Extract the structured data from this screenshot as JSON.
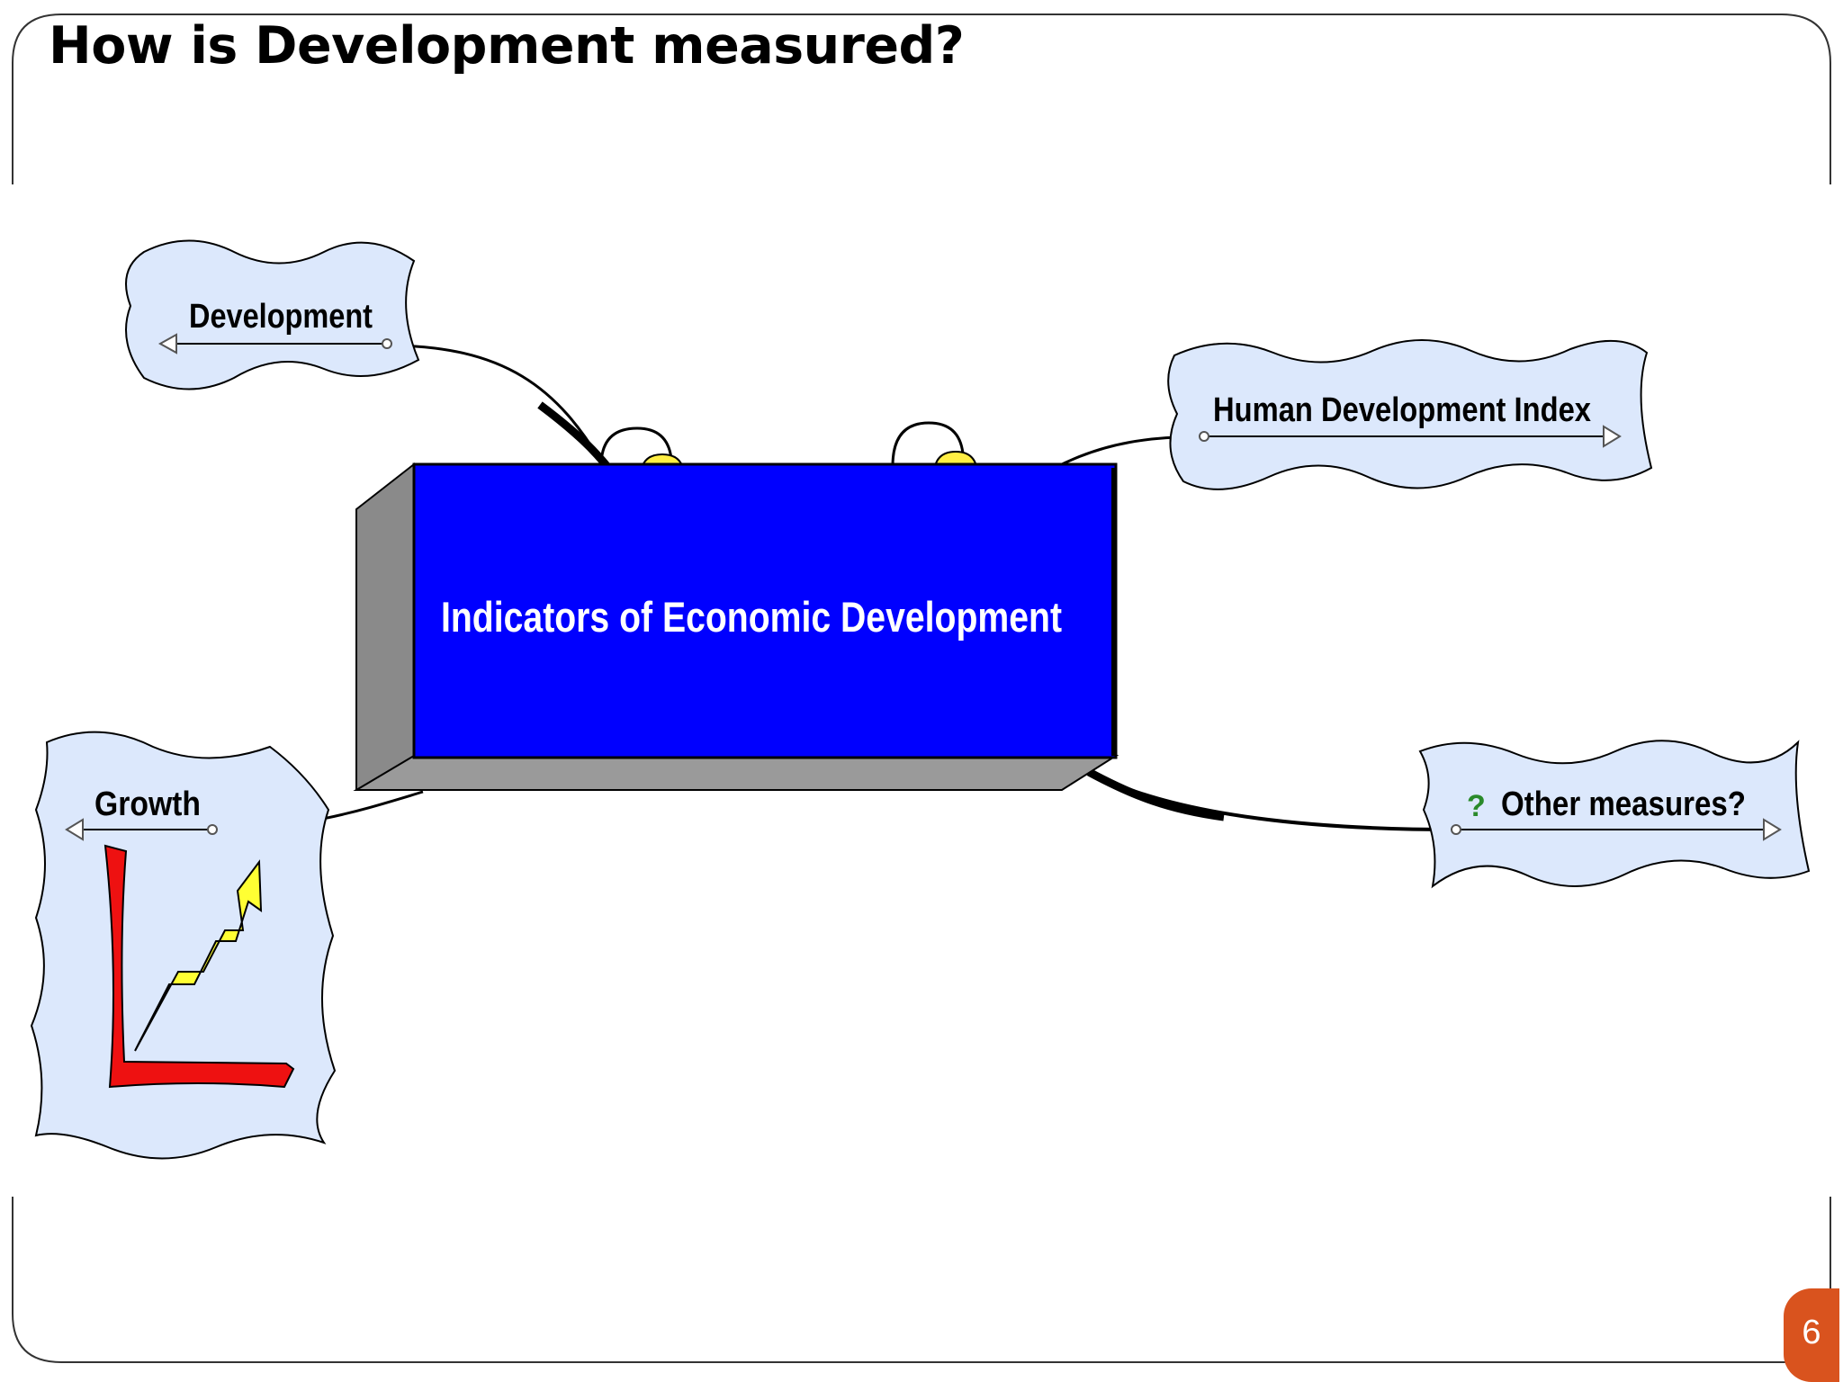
{
  "slide": {
    "title": "How is Development measured?",
    "page_number": "6"
  },
  "diagram": {
    "center": {
      "label": "Indicators of Economic Development",
      "fill": "#0000ff"
    },
    "nodes": {
      "development": {
        "label": "Development"
      },
      "hdi": {
        "label": "Human Development Index"
      },
      "growth": {
        "label": "Growth"
      },
      "other": {
        "label": "Other measures?",
        "icon": "question-mark-icon"
      }
    },
    "colors": {
      "cloud": "#dce8fc",
      "accent": "#d9531e",
      "arrow_yellow": "#ffff33",
      "axis_red": "#ee1111"
    }
  }
}
